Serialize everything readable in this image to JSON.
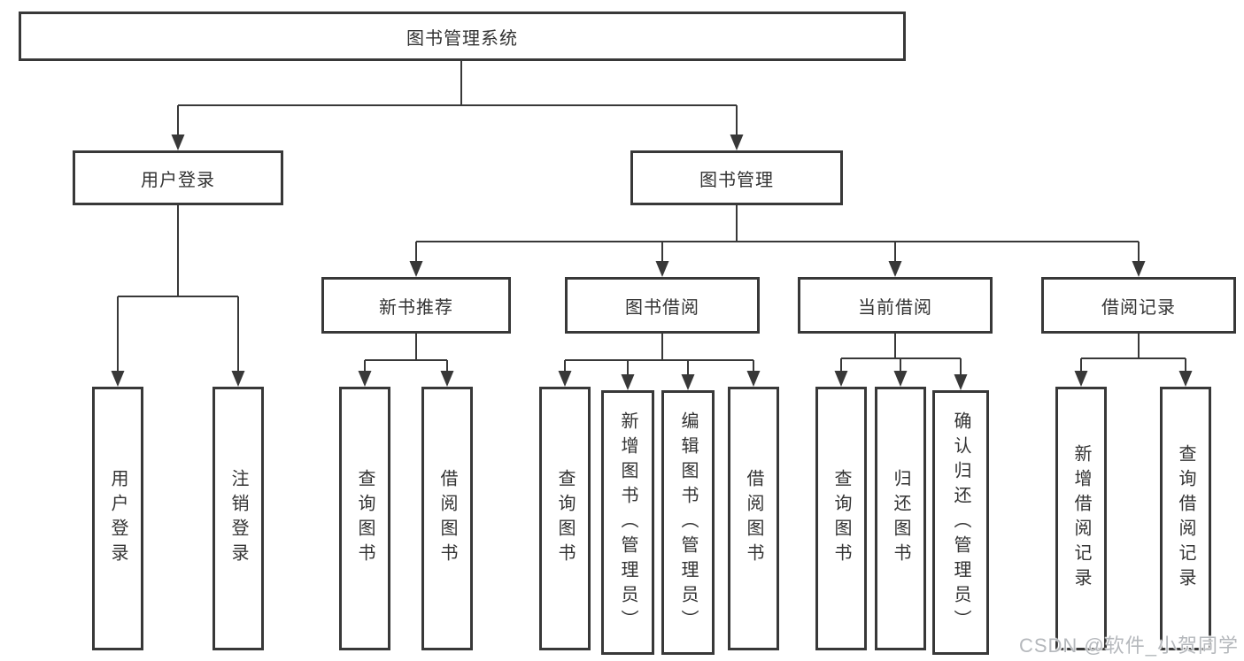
{
  "root": {
    "label": "图书管理系统",
    "children": [
      {
        "label": "用户登录",
        "children": [
          {
            "label": "用户登录"
          },
          {
            "label": "注销登录"
          }
        ]
      },
      {
        "label": "图书管理",
        "children": [
          {
            "label": "新书推荐",
            "children": [
              {
                "label": "查询图书"
              },
              {
                "label": "借阅图书"
              }
            ]
          },
          {
            "label": "图书借阅",
            "children": [
              {
                "label": "查询图书"
              },
              {
                "label": "新增图书（管理员）"
              },
              {
                "label": "编辑图书（管理员）"
              },
              {
                "label": "借阅图书"
              }
            ]
          },
          {
            "label": "当前借阅",
            "children": [
              {
                "label": "查询图书"
              },
              {
                "label": "归还图书"
              },
              {
                "label": "确认归还（管理员）"
              }
            ]
          },
          {
            "label": "借阅记录",
            "children": [
              {
                "label": "新增借阅记录"
              },
              {
                "label": "查询借阅记录"
              }
            ]
          }
        ]
      }
    ]
  },
  "watermark": {
    "text": "CSDN @软件_小贺同学"
  },
  "colors": {
    "line": "#383838",
    "border": "#383838",
    "text": "#333333",
    "watermark": "#b5b8bc",
    "background": "#ffffff"
  }
}
